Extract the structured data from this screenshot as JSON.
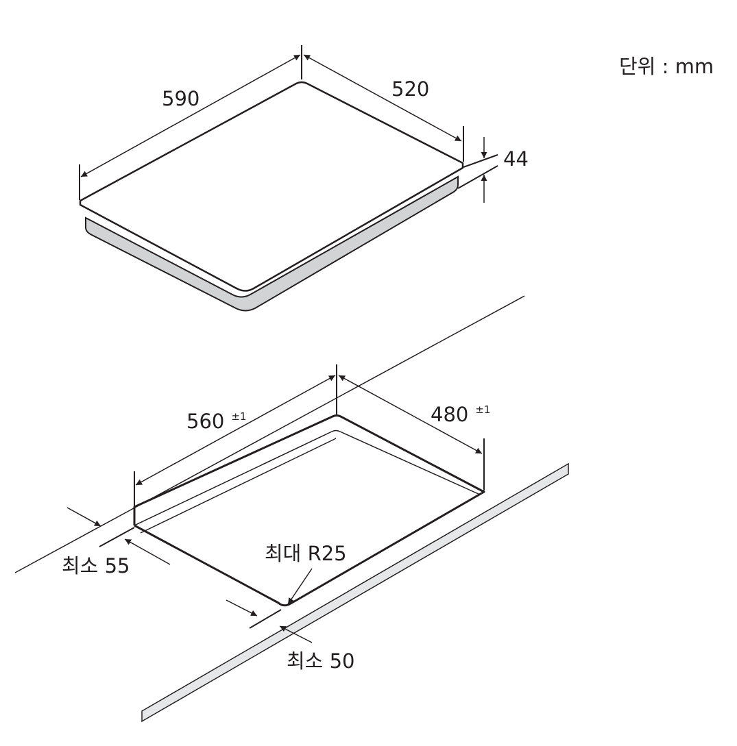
{
  "unit_label": "단위 : mm",
  "hob": {
    "width": "590",
    "depth": "520",
    "height": "44"
  },
  "cutout": {
    "width": "560",
    "width_tolerance": "±1",
    "depth": "480",
    "depth_tolerance": "±1",
    "corner_radius": "최대 R25",
    "min_back_clearance": "최소 55",
    "min_front_clearance": "최소 50"
  },
  "colors": {
    "line": "#231f20",
    "hob_side": "#d1d3d4",
    "counter_edge": "#e6e7e8"
  }
}
